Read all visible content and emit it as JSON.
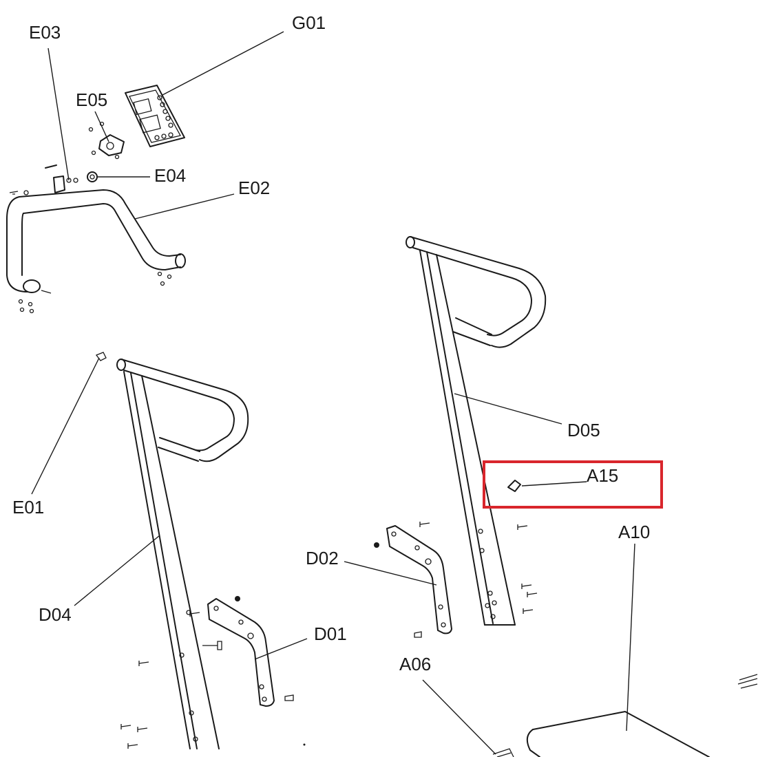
{
  "labels": {
    "G01": "G01",
    "E03": "E03",
    "E05": "E05",
    "E04": "E04",
    "E02": "E02",
    "E01": "E01",
    "D05": "D05",
    "A15": "A15",
    "A10": "A10",
    "D02": "D02",
    "D04": "D04",
    "D01": "D01",
    "A06": "A06"
  },
  "highlight": {
    "part": "A15",
    "color": "#d9262c"
  },
  "colors": {
    "line": "#1a1a1a",
    "background": "#ffffff"
  }
}
